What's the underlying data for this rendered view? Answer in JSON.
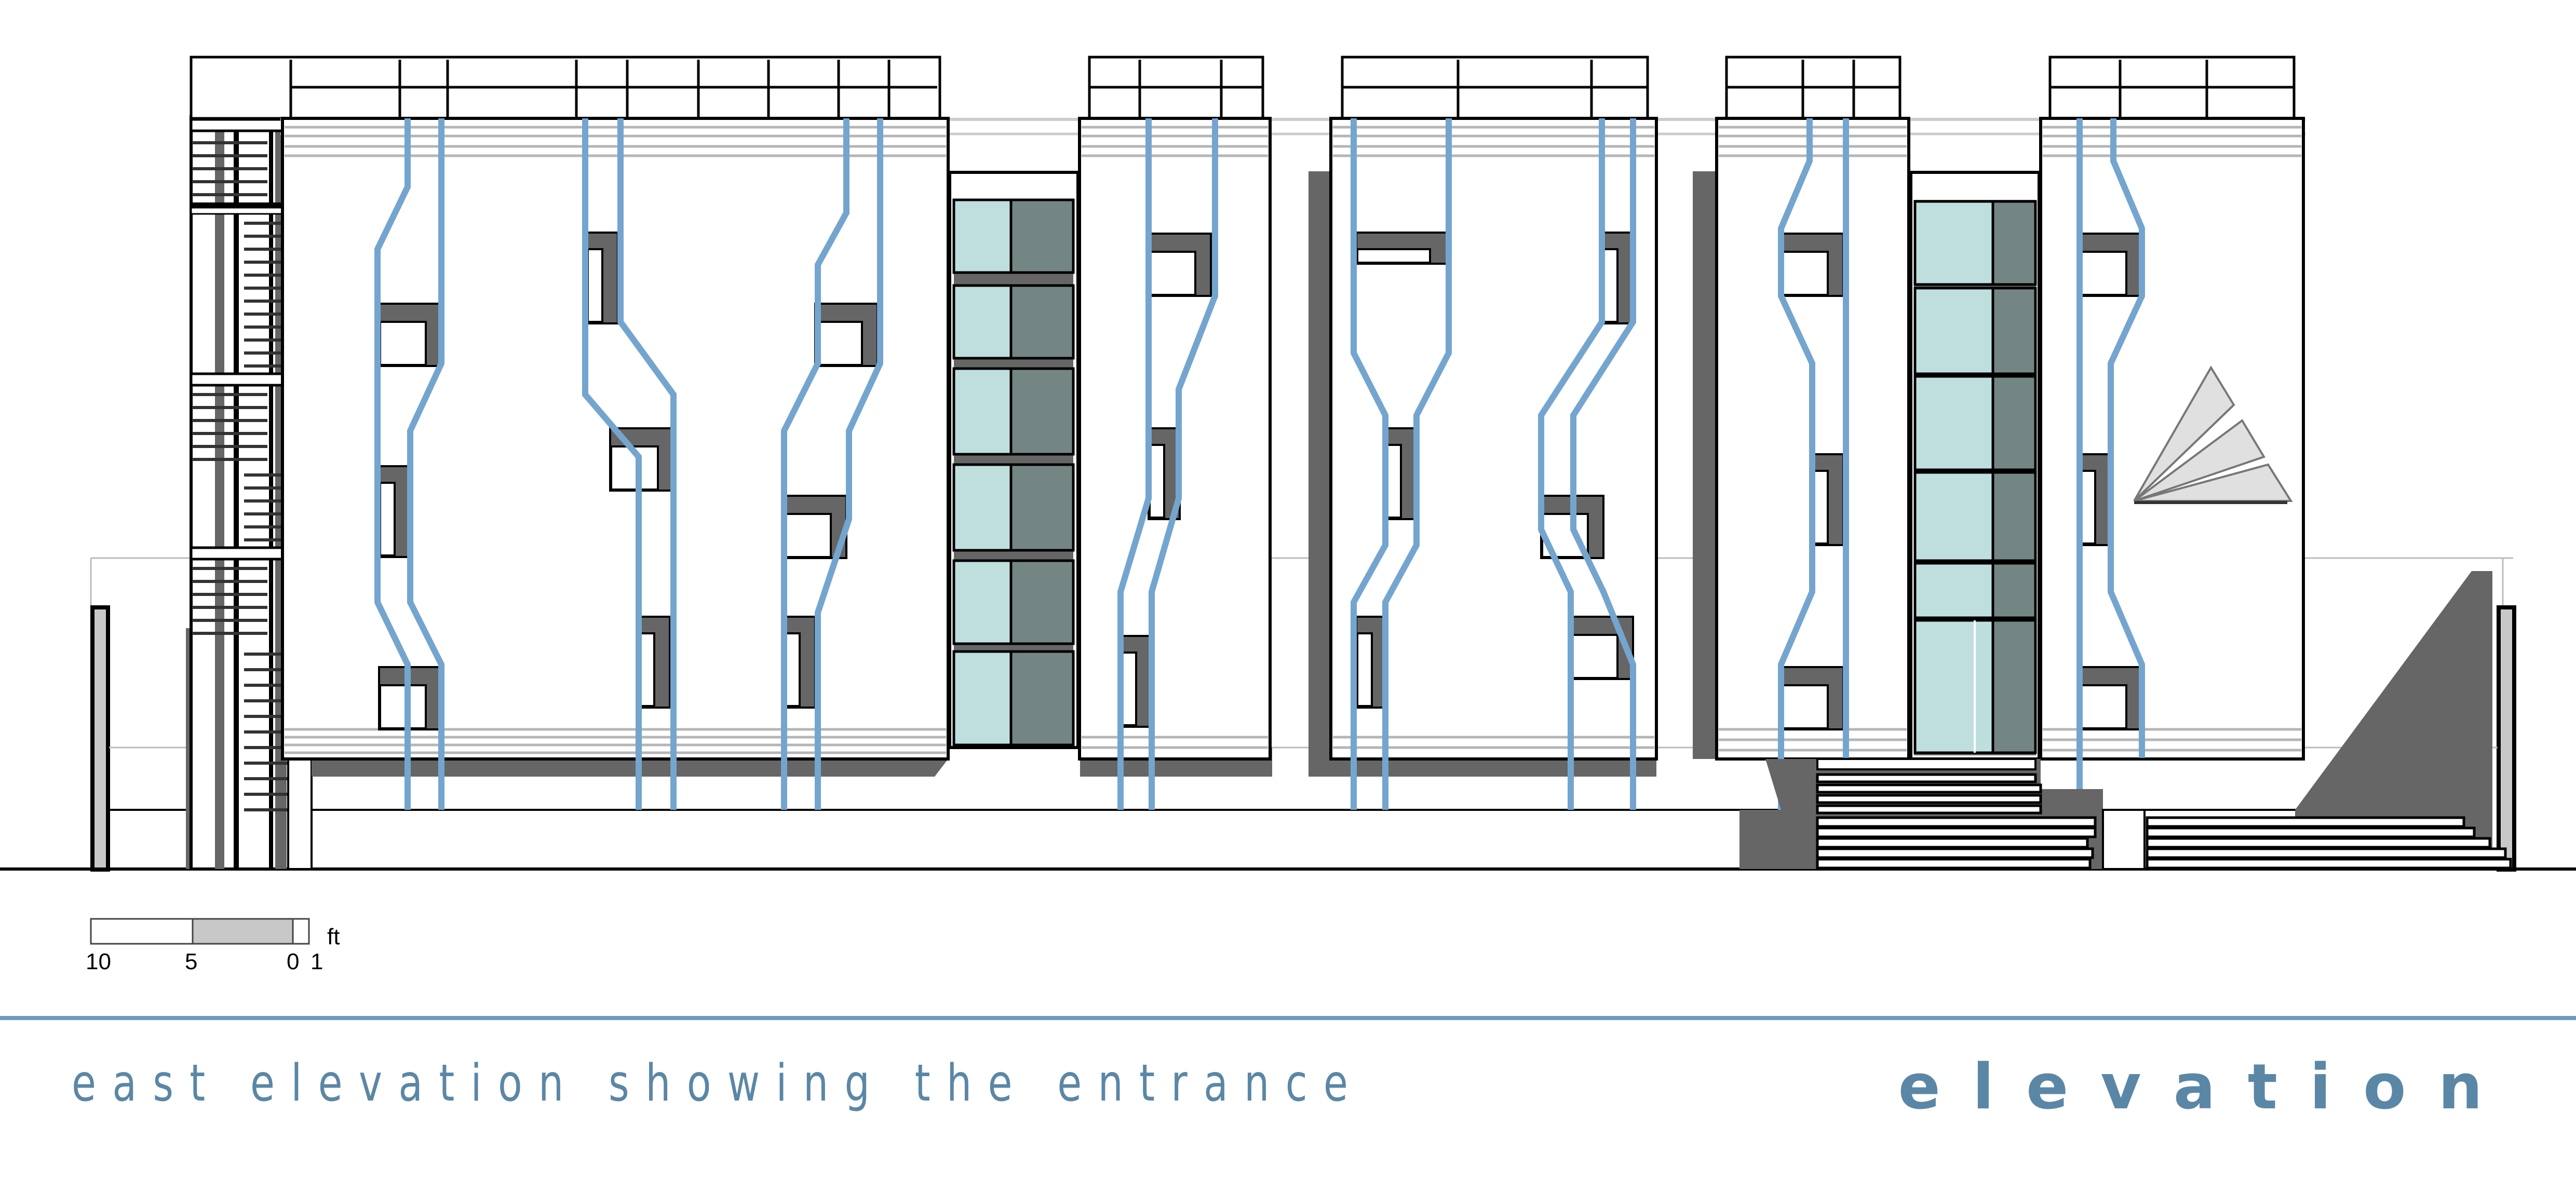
{
  "title_block": {
    "caption": "east elevation showing the entrance",
    "sheet_type": "elevation",
    "accent_color": "#5b87a6",
    "rule_color": "#6f9bbd"
  },
  "scale_bar": {
    "labels": [
      "10",
      "5",
      "0",
      "1"
    ],
    "unit": "ft",
    "segment_fill": "#c8c8c8"
  },
  "palette": {
    "facade": "#ffffff",
    "outline": "#000000",
    "shadow": "#666666",
    "glass_light": "#bfdfdf",
    "glass_dark": "#738684",
    "fin_blue": "#74a5cf",
    "logo_fill": "#e0e0e0"
  },
  "building": {
    "blocks": [
      "block-a",
      "glass-core-1",
      "block-b",
      "block-c",
      "block-d",
      "glass-core-entrance",
      "block-e"
    ],
    "glass_core_1_panels": 6,
    "glass_core_entrance_panels": 6,
    "features": [
      "left-external-staircase",
      "rooftop-pergola",
      "entrance-steps",
      "ramp",
      "triangular-logo-sculpture",
      "boundary-walls"
    ]
  }
}
